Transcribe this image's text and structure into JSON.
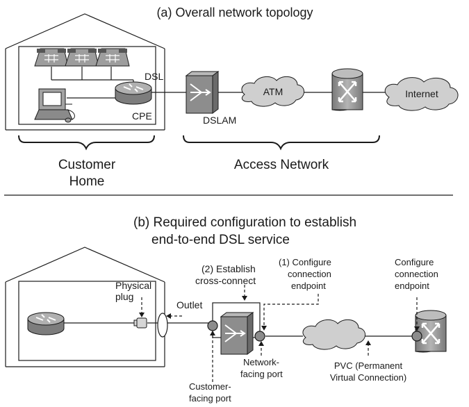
{
  "part_a": {
    "title": "(a) Overall network topology",
    "labels": {
      "dsl": "DSL",
      "cpe": "CPE",
      "dslam": "DSLAM",
      "atm": "ATM",
      "internet": "Internet"
    },
    "brace_labels": {
      "customer_home_line1": "Customer",
      "customer_home_line2": "Home",
      "access_network": "Access Network"
    }
  },
  "part_b": {
    "title_line1": "(b) Required configuration to establish",
    "title_line2": "end-to-end DSL service",
    "callouts": {
      "physical_plug_line1": "Physical",
      "physical_plug_line2": "plug",
      "outlet": "Outlet",
      "establish_line1": "(2) Establish",
      "establish_line2": "cross-connect",
      "configure1_line1": "(1) Configure",
      "configure1_line2": "connection",
      "configure1_line3": "endpoint",
      "configure2_line1": "Configure",
      "configure2_line2": "connection",
      "configure2_line3": "endpoint",
      "network_port_line1": "Network-",
      "network_port_line2": "facing port",
      "customer_port_line1": "Customer-",
      "customer_port_line2": "facing port",
      "pvc_line1": "PVC (Permanent",
      "pvc_line2": "Virtual Connection)"
    }
  },
  "colors": {
    "device_fill": "#9a9a9a",
    "device_dark": "#6f6f6f",
    "cloud_fill": "#cfcfcf",
    "line": "#1a1a1a",
    "port_fill": "#8c8c8c"
  }
}
